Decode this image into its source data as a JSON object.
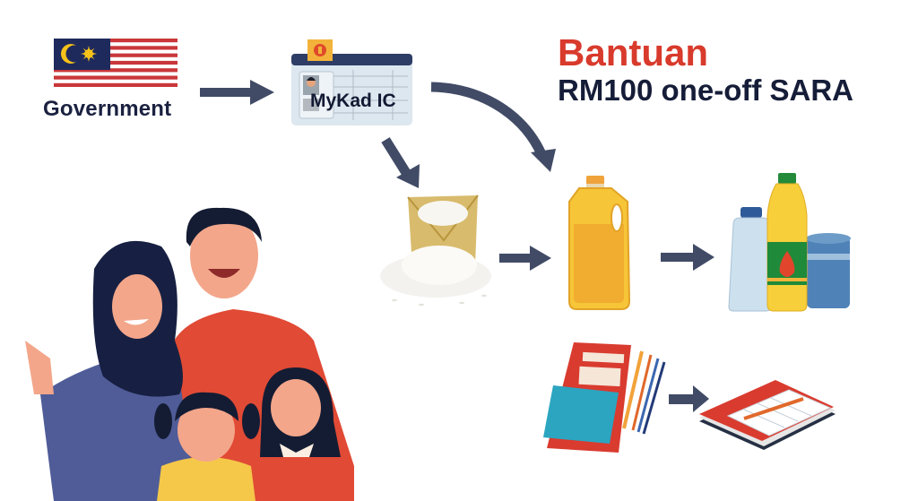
{
  "flow": {
    "government": {
      "label": "Government",
      "icon": "malaysia-flag-icon"
    },
    "mykad": {
      "label": "MyKad IC",
      "icon": "id-card-icon"
    },
    "title": {
      "line1": "Bantuan",
      "line2": "RM100 one-off SARA"
    },
    "items": [
      {
        "name": "rice",
        "icon": "rice-sack-icon"
      },
      {
        "name": "cooking-oil",
        "icon": "oil-jug-icon"
      },
      {
        "name": "groceries",
        "icon": "bottles-and-can-icon"
      },
      {
        "name": "school-supplies",
        "icon": "books-and-pencils-icon"
      },
      {
        "name": "notebook",
        "icon": "notebook-with-pencil-icon"
      }
    ],
    "family": {
      "icon": "family-illustration"
    }
  },
  "colors": {
    "accent_red": "#d83a2c",
    "navy": "#151d38",
    "arrow": "#414b66",
    "flag_blue": "#1f2a5c",
    "flag_red": "#c9373a",
    "flag_yellow": "#f6c21a"
  }
}
